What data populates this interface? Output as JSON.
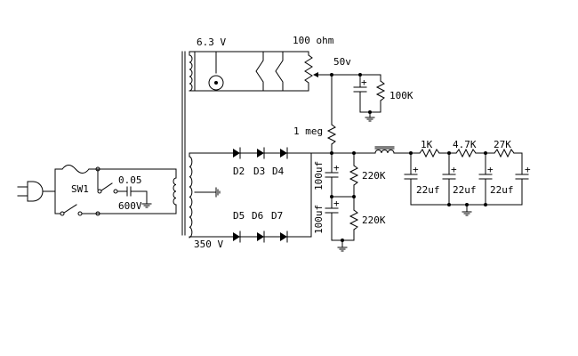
{
  "labels": {
    "fil_voltage": "6.3 V",
    "pot_value": "100 ohm",
    "bias_voltage": "50v",
    "bias_resistor": "100K",
    "dropping_resistor": "1 meg",
    "switch": "SW1",
    "cap_value": "0.05",
    "cap_voltage": "600V",
    "hv_voltage": "350 V",
    "d2": "D2",
    "d3": "D3",
    "d4": "D4",
    "d5": "D5",
    "d6": "D6",
    "d7": "D7",
    "cap_top": "100uf",
    "cap_bottom": "100uf",
    "res_top": "220K",
    "res_bottom": "220K",
    "r1": "1K",
    "r2": "4.7K",
    "r3": "27K",
    "c1": "22uf",
    "c2": "22uf",
    "c3": "22uf",
    "plus": "+"
  },
  "colors": {
    "ink": "#000000",
    "background": "#ffffff"
  }
}
